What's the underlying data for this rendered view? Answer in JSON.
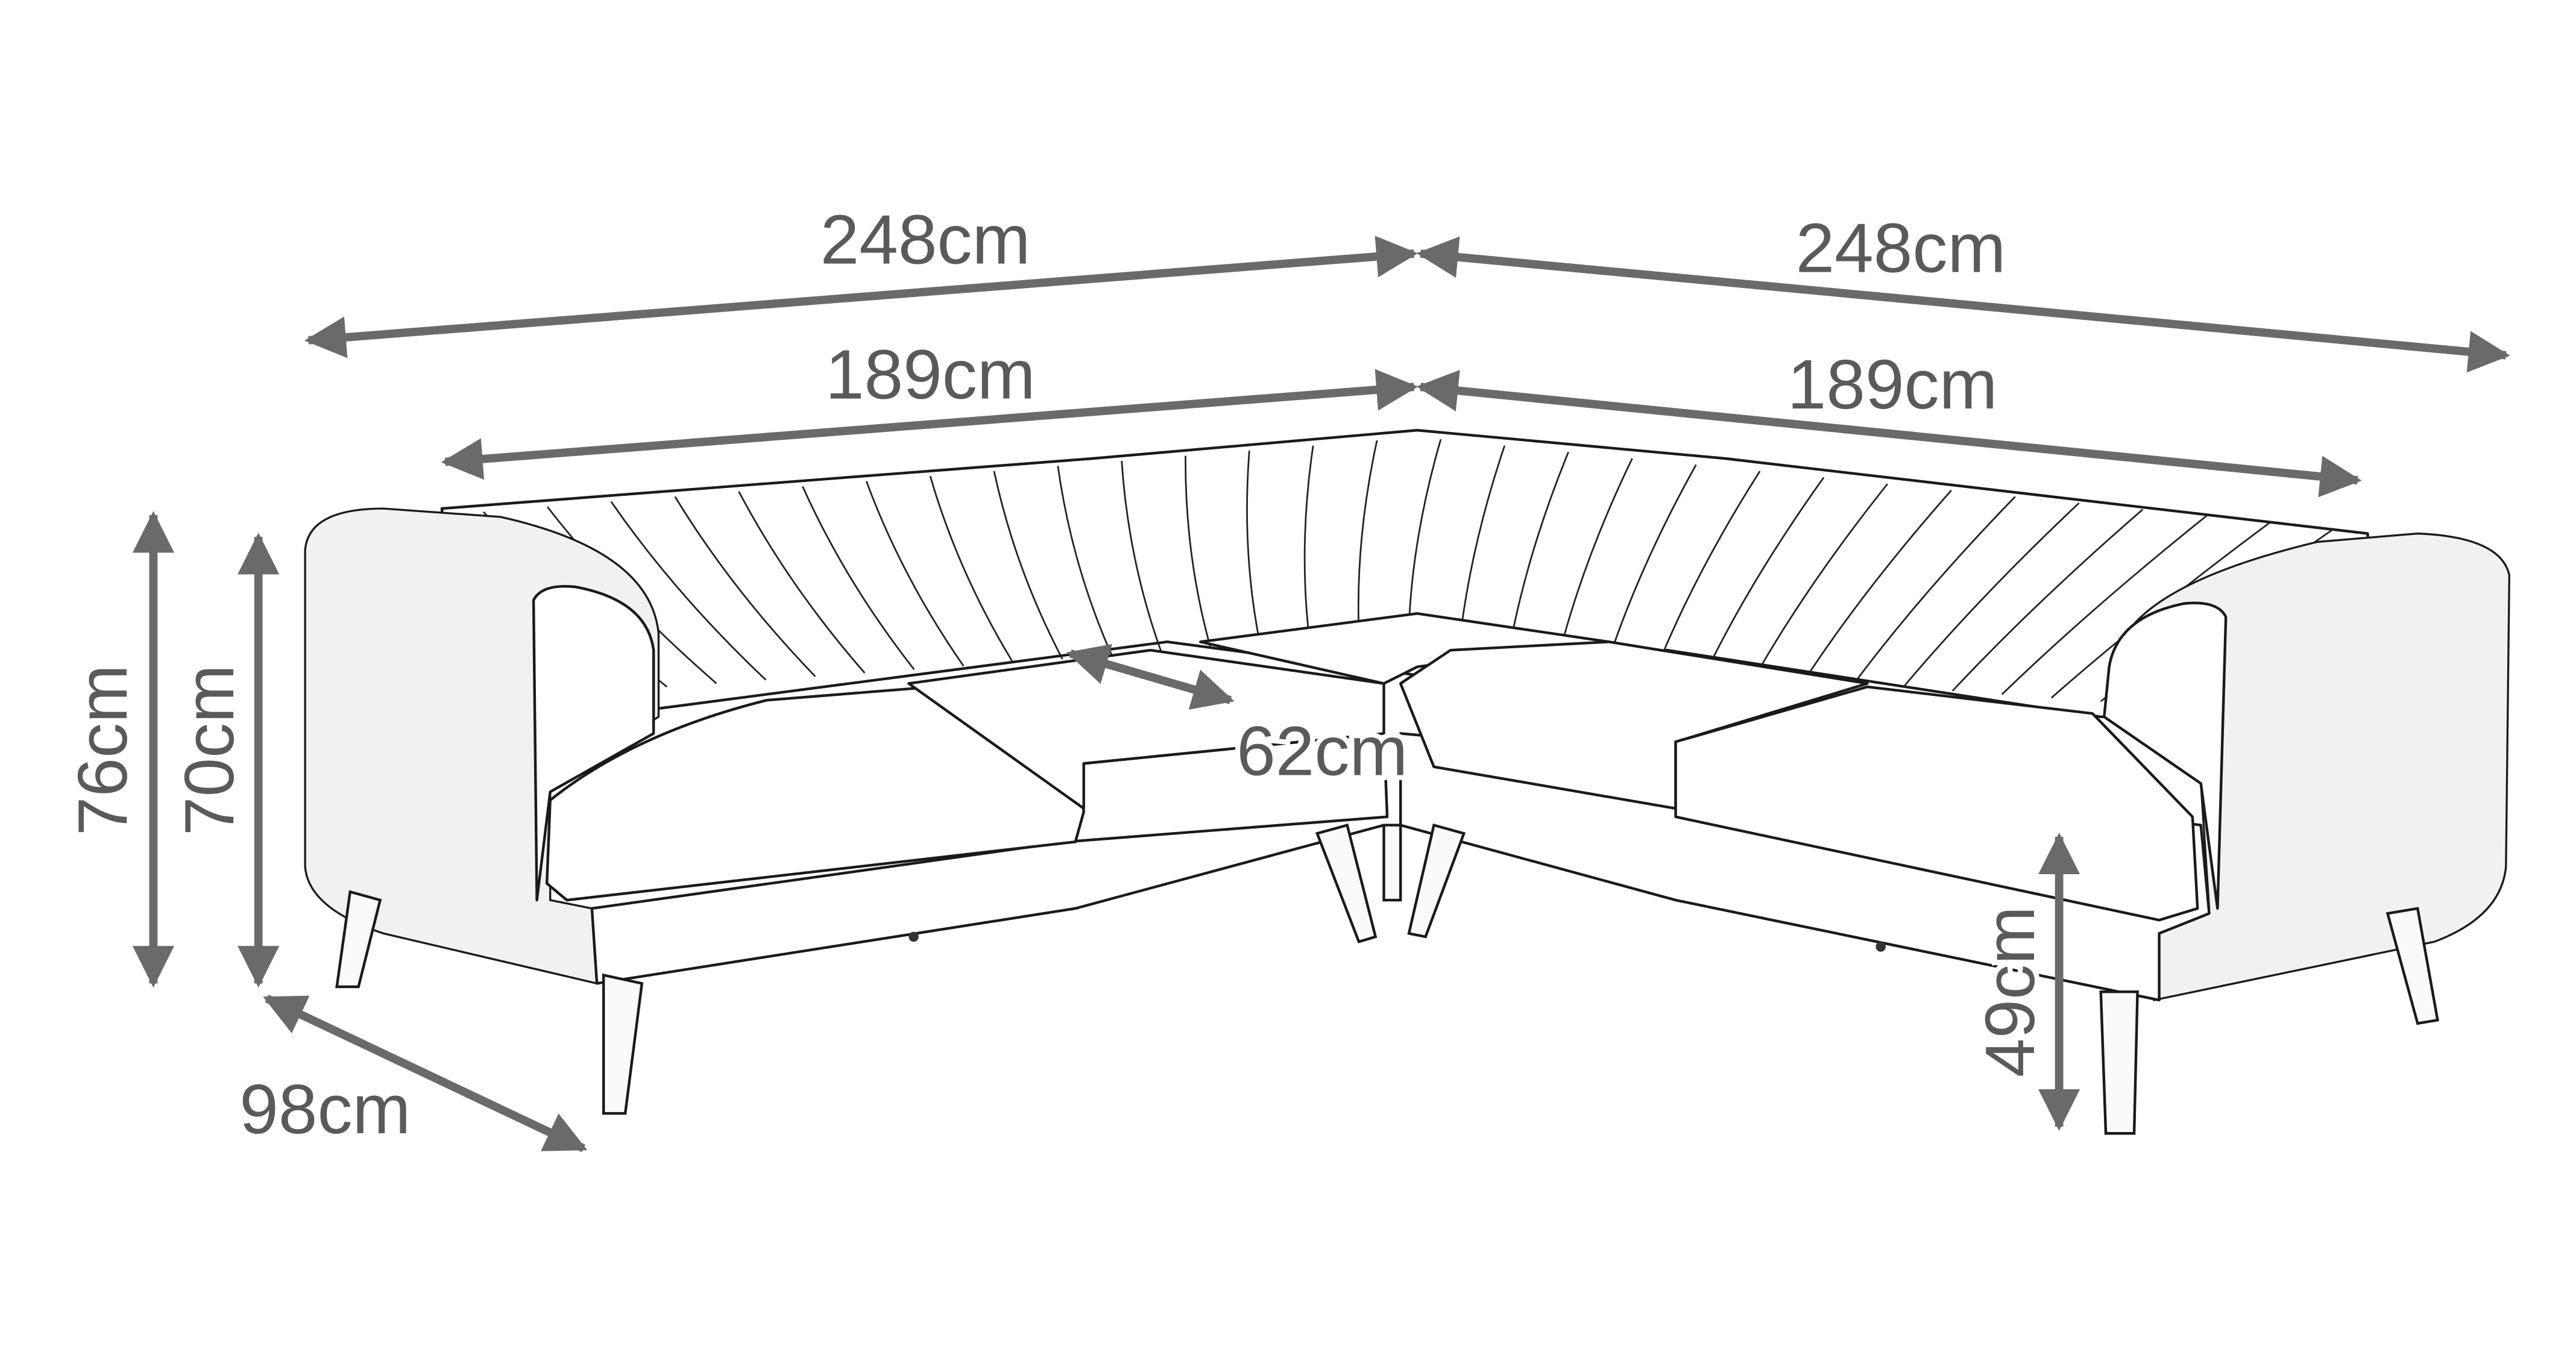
{
  "dimensions": {
    "total_width_left": "248cm",
    "total_width_right": "248cm",
    "inner_width_left": "189cm",
    "inner_width_right": "189cm",
    "seat_depth": "62cm",
    "total_height": "76cm",
    "back_height": "70cm",
    "total_depth": "98cm",
    "seat_height": "49cm"
  },
  "colors": {
    "arrow": "#6a6a6a",
    "text": "#5a5a5a",
    "outline": "#1a1a1a"
  }
}
